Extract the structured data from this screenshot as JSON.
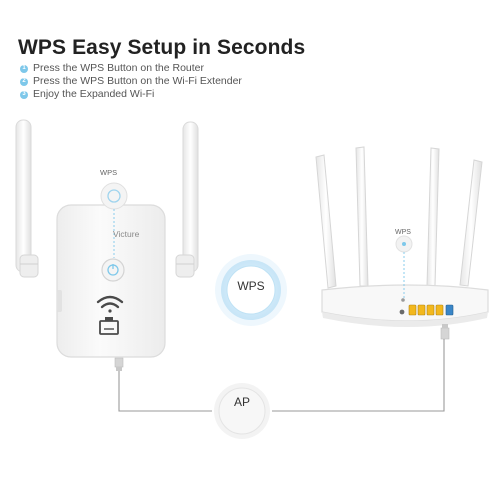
{
  "header": {
    "title": "WPS Easy Setup in Seconds",
    "steps": [
      {
        "num": "1",
        "text": "Press the WPS Button on the Router"
      },
      {
        "num": "2",
        "text": "Press the WPS Button on the Wi-Fi Extender"
      },
      {
        "num": "3",
        "text": "Enjoy the Expanded Wi-Fi"
      }
    ]
  },
  "extender": {
    "brand": "Victure",
    "wps_label": "WPS"
  },
  "router": {
    "wps_label": "WPS"
  },
  "center": {
    "wps_badge": "WPS",
    "ap_badge": "AP"
  },
  "colors": {
    "accent_blue": "#7ec8ea",
    "glow_blue": "#cfe9f7",
    "port_yellow": "#f3b81d",
    "port_blue": "#3a86c8",
    "device_white": "#f7f7f7",
    "outline_grey": "#dcdcdc"
  },
  "icons": {
    "extender_wifi": "wifi-icon",
    "extender_ethernet": "ethernet-icon",
    "extender_wps_button": "wps-button-icon"
  }
}
